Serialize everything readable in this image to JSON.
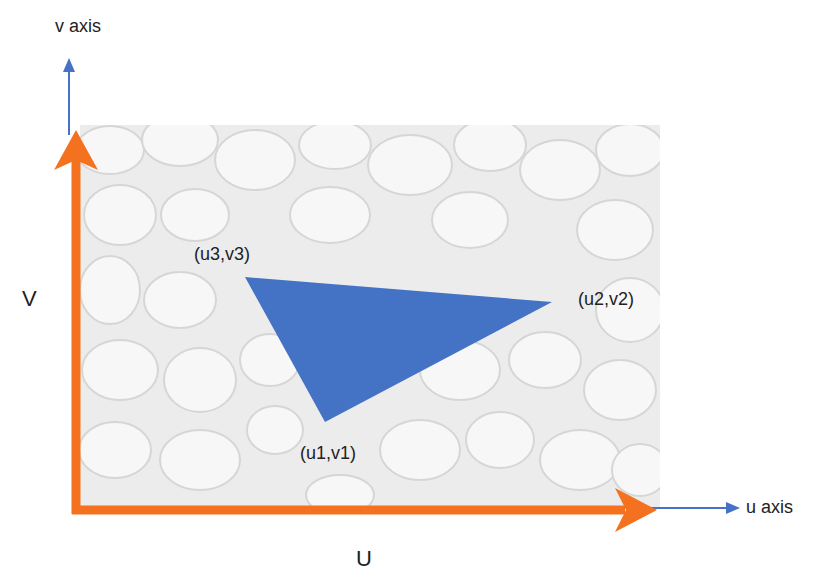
{
  "diagram": {
    "labels": [
      "v axis",
      "V",
      "(u3,v3)",
      "(u2,v2)",
      "(u1,v1)",
      "u axis",
      "U"
    ]
  }
}
